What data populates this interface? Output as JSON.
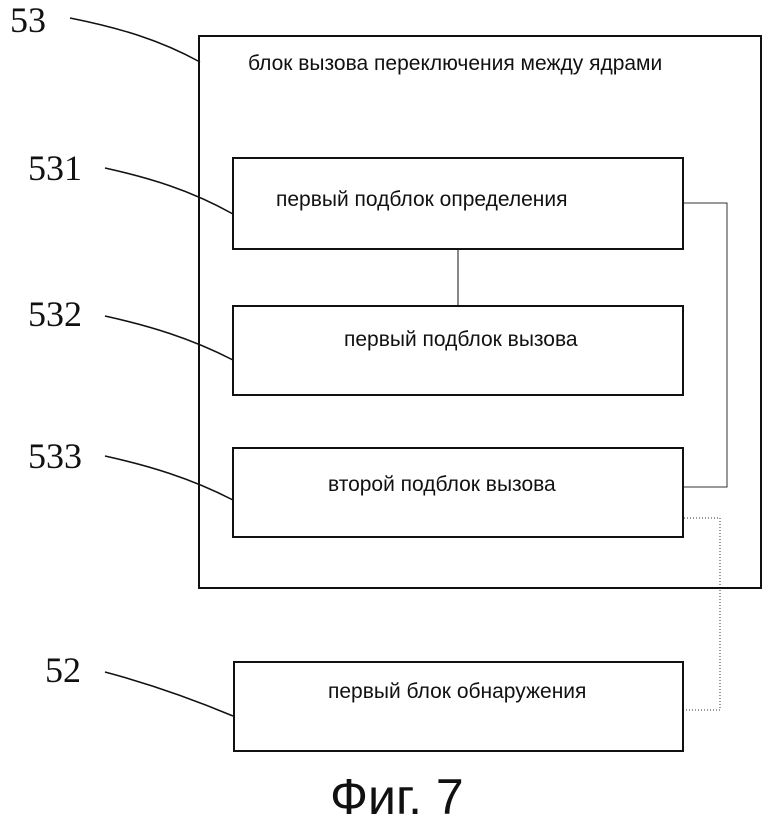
{
  "outer_block": {
    "label": "блок вызова переключения между ядрами",
    "ref": "53"
  },
  "sub_blocks": [
    {
      "label": "первый подблок определения",
      "ref": "531"
    },
    {
      "label": "первый подблок вызова",
      "ref": "532"
    },
    {
      "label": "второй подблок вызова",
      "ref": "533"
    }
  ],
  "detection_block": {
    "label": "первый блок обнаружения",
    "ref": "52"
  },
  "figure_caption": "Фиг. 7"
}
